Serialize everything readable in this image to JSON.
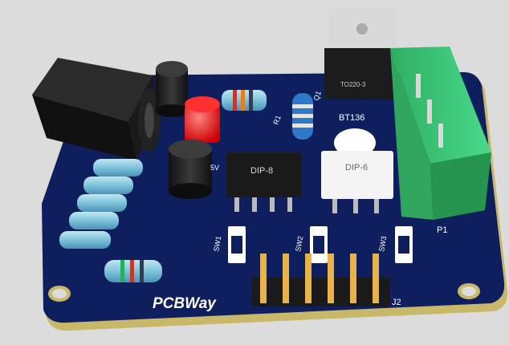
{
  "board": {
    "brand_logo": "PCBWay",
    "colors": {
      "background": "#dcdcdc",
      "board": "#0f1e5c",
      "board_edge": "#c9b86a",
      "silkscreen": "#ffffff",
      "terminal_block": "#3bc97a",
      "header_pins": "#e8b34a"
    }
  },
  "labels": {
    "dip8": "DIP-8",
    "dip6": "DIP-6",
    "bt136": "BT136",
    "to220": "TO220-3",
    "q1": "Q1",
    "r1": "R1",
    "p1": "P1",
    "j2": "J2",
    "sw1": "SW1",
    "sw2": "SW2",
    "sw3": "SW3",
    "cap_v": "5V"
  }
}
